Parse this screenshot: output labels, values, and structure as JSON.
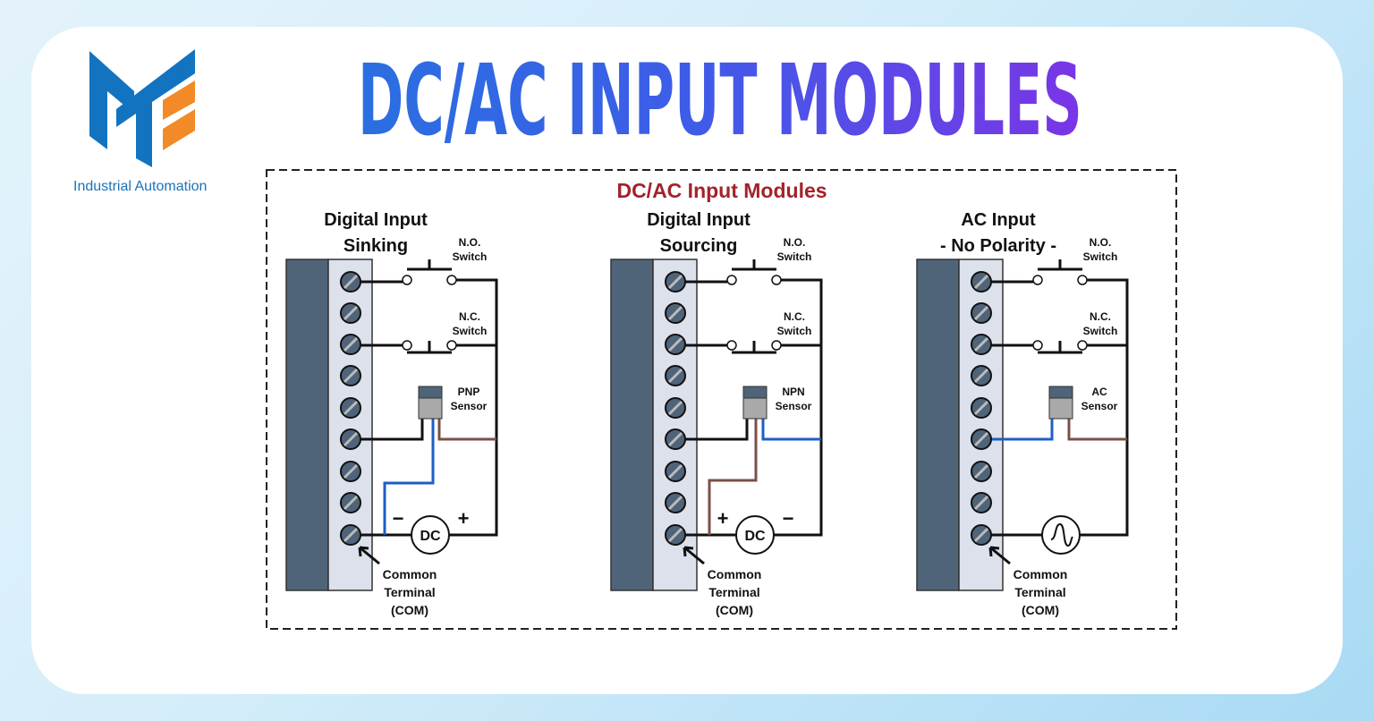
{
  "logo": {
    "text": "Industrial Automation",
    "colors": {
      "blue": "#1273c0",
      "orange": "#f28a27"
    }
  },
  "headline": "DC/AC INPUT MODULES",
  "diagram": {
    "title": "DC/AC Input Modules",
    "title_color": "#a3222b",
    "modules": [
      {
        "title1": "Digital Input",
        "title2": "Sinking",
        "no_switch": [
          "N.O.",
          "Switch"
        ],
        "nc_switch": [
          "N.C.",
          "Switch"
        ],
        "sensor": [
          "PNP",
          "Sensor"
        ],
        "source": "DC",
        "left_sign": "−",
        "right_sign": "+",
        "com": [
          "Common",
          "Terminal",
          "(COM)"
        ]
      },
      {
        "title1": "Digital Input",
        "title2": "Sourcing",
        "no_switch": [
          "N.O.",
          "Switch"
        ],
        "nc_switch": [
          "N.C.",
          "Switch"
        ],
        "sensor": [
          "NPN",
          "Sensor"
        ],
        "source": "DC",
        "left_sign": "+",
        "right_sign": "−",
        "com": [
          "Common",
          "Terminal",
          "(COM)"
        ]
      },
      {
        "title1": "AC Input",
        "title2": "- No Polarity -",
        "no_switch": [
          "N.O.",
          "Switch"
        ],
        "nc_switch": [
          "N.C.",
          "Switch"
        ],
        "sensor": [
          "AC",
          "Sensor"
        ],
        "source": "",
        "left_sign": "",
        "right_sign": "",
        "com": [
          "Common",
          "Terminal",
          "(COM)"
        ]
      }
    ],
    "colors": {
      "block": "#4f6479",
      "strip": "#dde1ec",
      "blue_wire": "#1c5fc4",
      "brown_wire": "#7a5048"
    }
  }
}
